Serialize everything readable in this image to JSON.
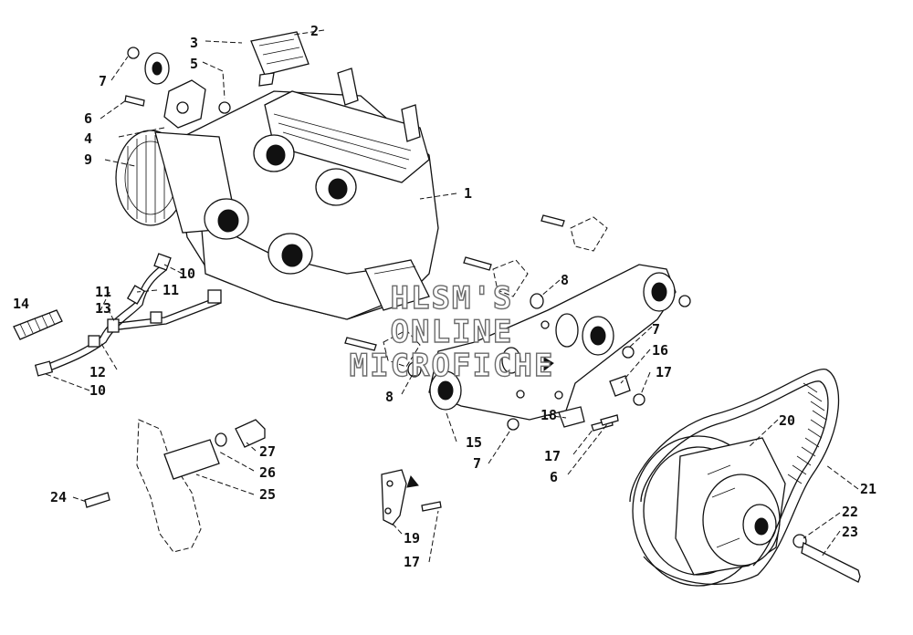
{
  "watermark": {
    "line1": "HLSM'S",
    "line2": "ONLINE",
    "line3": "MICROFICHE"
  },
  "callouts": [
    {
      "id": "c1",
      "text": "1"
    },
    {
      "id": "c2",
      "text": "2"
    },
    {
      "id": "c3",
      "text": "3"
    },
    {
      "id": "c4",
      "text": "4"
    },
    {
      "id": "c5",
      "text": "5"
    },
    {
      "id": "c6a",
      "text": "6"
    },
    {
      "id": "c6b",
      "text": "6"
    },
    {
      "id": "c7a",
      "text": "7"
    },
    {
      "id": "c7b",
      "text": "7"
    },
    {
      "id": "c7c",
      "text": "7"
    },
    {
      "id": "c8a",
      "text": "8"
    },
    {
      "id": "c8b",
      "text": "8"
    },
    {
      "id": "c9",
      "text": "9"
    },
    {
      "id": "c10a",
      "text": "10"
    },
    {
      "id": "c10b",
      "text": "10"
    },
    {
      "id": "c11a",
      "text": "11"
    },
    {
      "id": "c11b",
      "text": "11"
    },
    {
      "id": "c12",
      "text": "12"
    },
    {
      "id": "c13",
      "text": "13"
    },
    {
      "id": "c14",
      "text": "14"
    },
    {
      "id": "c15",
      "text": "15"
    },
    {
      "id": "c16",
      "text": "16"
    },
    {
      "id": "c17a",
      "text": "17"
    },
    {
      "id": "c17b",
      "text": "17"
    },
    {
      "id": "c17c",
      "text": "17"
    },
    {
      "id": "c18",
      "text": "18"
    },
    {
      "id": "c19",
      "text": "19"
    },
    {
      "id": "c20",
      "text": "20"
    },
    {
      "id": "c21",
      "text": "21"
    },
    {
      "id": "c22",
      "text": "22"
    },
    {
      "id": "c23",
      "text": "23"
    },
    {
      "id": "c24",
      "text": "24"
    },
    {
      "id": "c25",
      "text": "25"
    },
    {
      "id": "c26",
      "text": "26"
    },
    {
      "id": "c27",
      "text": "27"
    }
  ]
}
